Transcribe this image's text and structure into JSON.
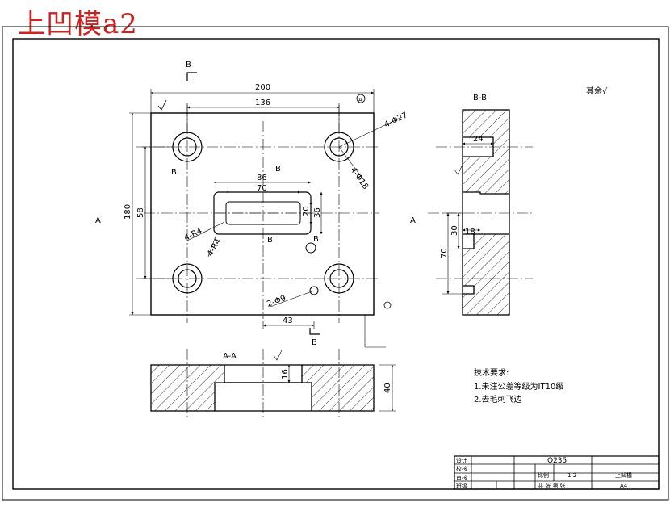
{
  "title": "上凹模a2",
  "views": {
    "main": {
      "dims": {
        "width_200": "200",
        "width_136": "136",
        "height_180": "180",
        "height_58": "58",
        "pocket_86": "86",
        "pocket_70": "70",
        "pocket_36": "36",
        "pocket_20": "20",
        "offset_43": "43",
        "holes_27": "4-Φ27",
        "holes_18": "4-Φ18",
        "fillet_r4a": "4-R4",
        "fillet_r4b": "4-R4",
        "pins_9": "2-Φ9"
      },
      "labels": {
        "B_top": "B",
        "B_bottom": "B",
        "B_left_hole": "B",
        "B_pocket_top": "B",
        "B_pocket_bottom": "B",
        "B_small": "B",
        "A_left": "A",
        "A_right": "A",
        "datum_A": "A"
      }
    },
    "section_bb": {
      "title": "B-B",
      "dims": {
        "d24": "24",
        "d30": "30",
        "d18": "18",
        "d70": "70"
      }
    },
    "section_aa": {
      "title": "A-A",
      "dims": {
        "d16": "16",
        "d40": "40"
      }
    },
    "roughness_note": "其余√",
    "technical_requirements": {
      "heading": "技术要求:",
      "items": [
        "1.未注公差等级为IT10级",
        "2.去毛刺飞边"
      ]
    }
  },
  "title_block": {
    "material": "Q235",
    "part_name": "上凹模",
    "scale_label": "比例",
    "scale_value": "1:2",
    "sheet_info": "共 张 第 张",
    "size": "A4",
    "rows": [
      "设计",
      "校核",
      "审核",
      "班级"
    ]
  }
}
